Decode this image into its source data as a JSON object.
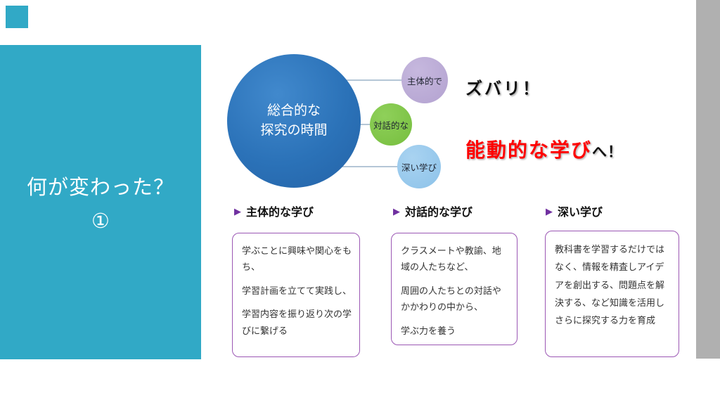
{
  "slide": {
    "accent_color": "#31a9c6",
    "left_panel": {
      "title": "何が変わった？",
      "number": "①"
    },
    "diagram": {
      "main_circle": {
        "line1": "総合的な",
        "line2": "探究の時間",
        "color": "#2b72b8"
      },
      "satellites": [
        {
          "label": "主体的で",
          "color": "#b3a2d0"
        },
        {
          "label": "対話的な",
          "color": "#76be3e"
        },
        {
          "label": "深い学び",
          "color": "#8cc2e9"
        }
      ]
    },
    "headline": {
      "line1": "ズバリ！",
      "line2_red": "能動的な学び",
      "line2_suffix": "へ！",
      "red_color": "#ff0000"
    },
    "columns": [
      {
        "bullet": "▶",
        "heading": "主体的な学び",
        "paragraphs": [
          "学ぶことに興味や関心をもち、",
          "学習計画を立てて実践し、",
          "学習内容を振り返り次の学びに繋げる"
        ]
      },
      {
        "bullet": "▶",
        "heading": "対話的な学び",
        "paragraphs": [
          "クラスメートや教諭、地域の人たちなど、",
          "周囲の人たちとの対話やかかわりの中から、",
          "学ぶ力を養う"
        ]
      },
      {
        "bullet": "▶",
        "heading": "深い学び",
        "paragraphs": [
          "教科書を学習するだけではなく、情報を精査しアイデアを創出する、問題点を解決する、など知識を活用しさらに探究する力を育成"
        ]
      }
    ]
  }
}
